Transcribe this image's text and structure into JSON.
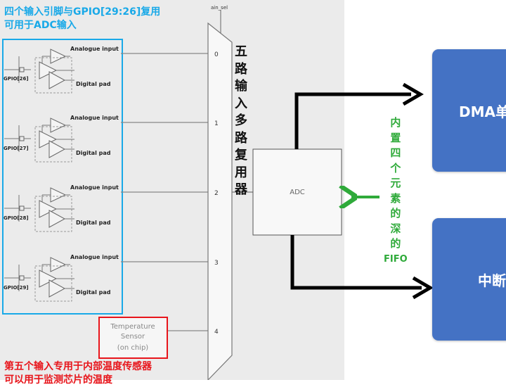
{
  "captions": {
    "gpio_note_line1": "四个输入引脚与GPIO[29:26]复用",
    "gpio_note_line2": "可用于ADC输入",
    "temp_note_line1": "第五个输入专用于内部温度传感器",
    "temp_note_line2": "可以用于监测芯片的温度"
  },
  "pads": [
    {
      "gpio": "GPIO[26]",
      "analogue": "Analogue input",
      "digital": "Digital pad"
    },
    {
      "gpio": "GPIO[27]",
      "analogue": "Analogue input",
      "digital": "Digital pad"
    },
    {
      "gpio": "GPIO[28]",
      "analogue": "Analogue input",
      "digital": "Digital pad"
    },
    {
      "gpio": "GPIO[29]",
      "analogue": "Analogue input",
      "digital": "Digital pad"
    }
  ],
  "sensor": {
    "line1": "Temperature",
    "line2": "Sensor",
    "line3": "(on chip)"
  },
  "mux": {
    "select": "ain_sel",
    "inputs": [
      "0",
      "1",
      "2",
      "3",
      "4"
    ],
    "label_chars": [
      "五",
      "路",
      "输",
      "入",
      "多",
      "路",
      "复",
      "用",
      "器"
    ]
  },
  "adc": {
    "label": "ADC"
  },
  "fifo": {
    "label_chars": [
      "内",
      "置",
      "四",
      "个",
      "元",
      "素",
      "的",
      "深",
      "的",
      "FIFO"
    ]
  },
  "targets": {
    "dma": "DMA单",
    "interrupt": "中断"
  },
  "colors": {
    "caption_blue": "#19a9e8",
    "caption_red": "#e8151b",
    "fifo_green": "#2faa3a",
    "box_blue": "#4472c4",
    "panel_gray": "#ebebeb"
  }
}
